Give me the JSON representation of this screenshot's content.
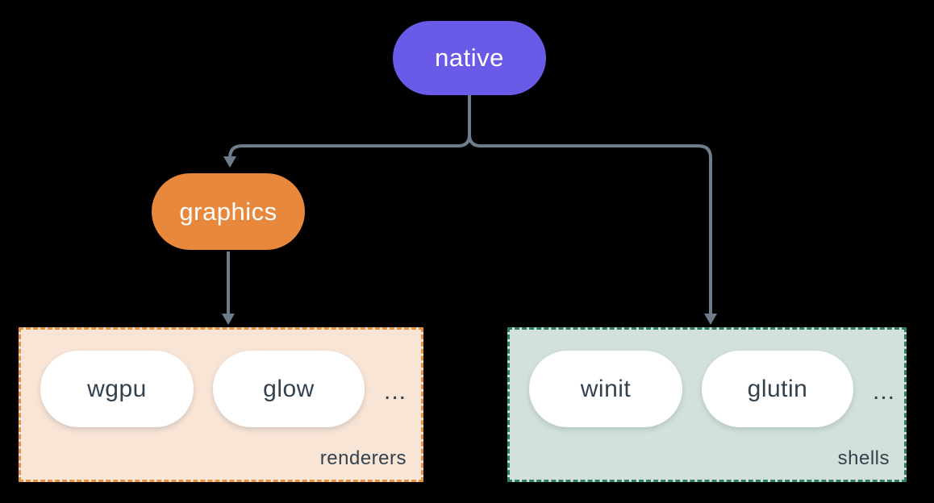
{
  "diagram": {
    "background_color": "#000000",
    "connector_color": "#6d7d8c",
    "item_text_color": "#33424e",
    "nodes": {
      "native": {
        "label": "native",
        "bg": "#6a5ae8",
        "text_color": "#ffffff"
      },
      "graphics": {
        "label": "graphics",
        "bg": "#e8883c",
        "text_color": "#ffffff"
      }
    },
    "groups": {
      "renderers": {
        "label": "renderers",
        "fill": "#f9e5d6",
        "border": "#e8943f",
        "items": [
          {
            "label": "wgpu"
          },
          {
            "label": "glow"
          }
        ],
        "ellipsis": "..."
      },
      "shells": {
        "label": "shells",
        "fill": "#d2e2da",
        "border": "#2f7e69",
        "items": [
          {
            "label": "winit"
          },
          {
            "label": "glutin"
          }
        ],
        "ellipsis": "..."
      }
    },
    "edges": [
      {
        "from": "native",
        "to": "graphics"
      },
      {
        "from": "native",
        "to": "shells"
      },
      {
        "from": "graphics",
        "to": "renderers"
      }
    ]
  }
}
